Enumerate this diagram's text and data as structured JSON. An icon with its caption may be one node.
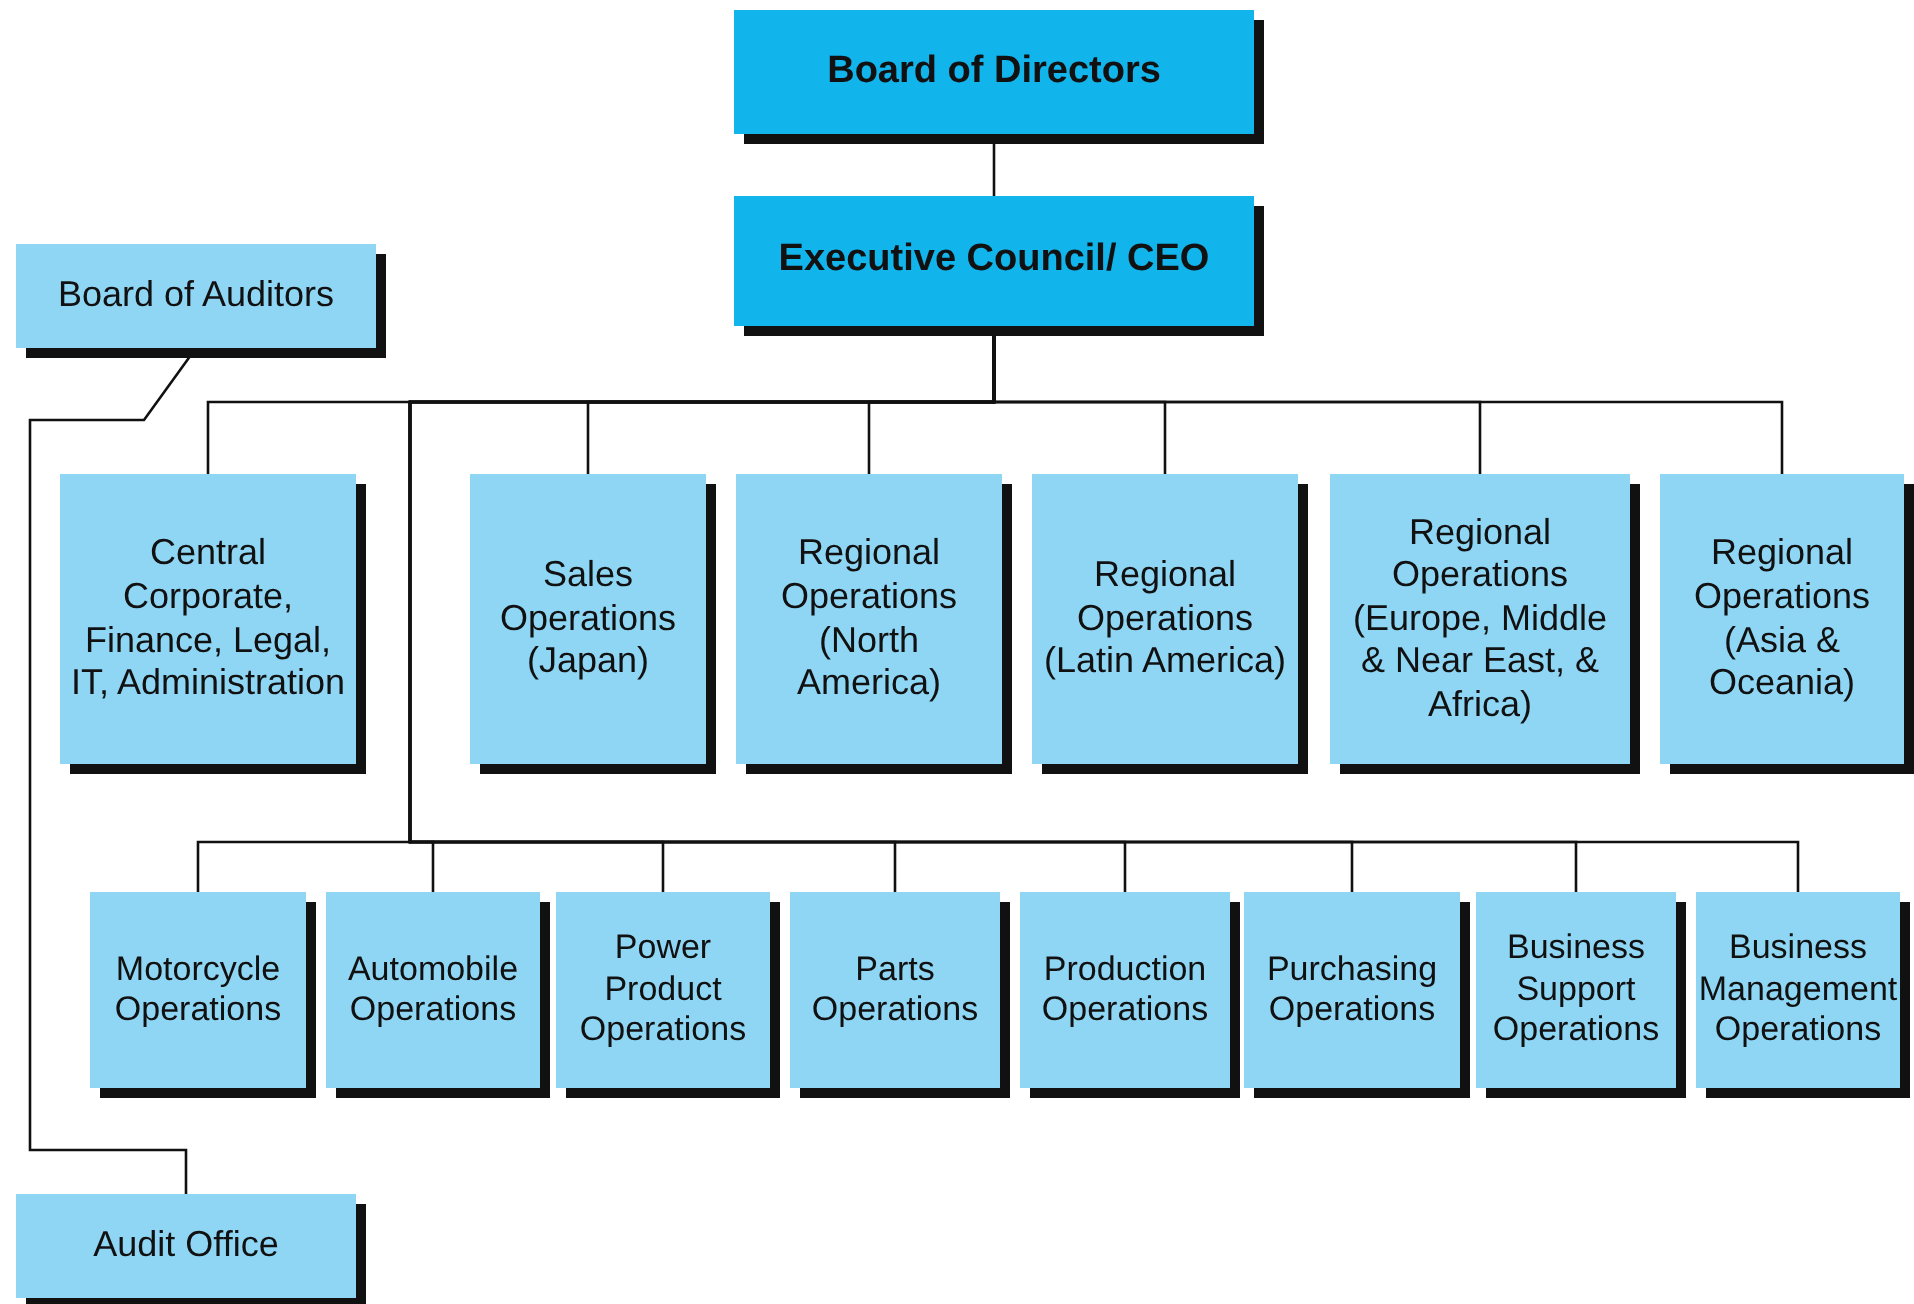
{
  "diagram": {
    "nodes": [
      {
        "text": [
          "Board of Directors"
        ]
      },
      {
        "text": [
          "Executive Council/ CEO"
        ]
      },
      {
        "text": [
          "Board of Auditors"
        ]
      },
      {
        "text": [
          "Central Corporate, Finance, Legal, IT, Administration"
        ]
      },
      {
        "text": [
          "Sales Operations (Japan)"
        ]
      },
      {
        "text": [
          "Regional Operations (North America)"
        ]
      },
      {
        "text": [
          "Regional Operations (Latin America)"
        ]
      },
      {
        "text": [
          "Regional Operations (Europe, Middle & Near East, & Africa)"
        ]
      },
      {
        "text": [
          "Regional Operations (Asia & Oceania)"
        ]
      },
      {
        "text": [
          "Motorcycle Operations"
        ]
      },
      {
        "text": [
          "Automobile Operations"
        ]
      },
      {
        "text": [
          "Power Product Operations"
        ]
      },
      {
        "text": [
          "Parts Operations"
        ]
      },
      {
        "text": [
          "Production Operations"
        ]
      },
      {
        "text": [
          "Purchasing Operations"
        ]
      },
      {
        "text": [
          "Business Support Operations"
        ]
      },
      {
        "text": [
          "Business Management Operations"
        ]
      },
      {
        "text": [
          "Audit Office"
        ]
      }
    ],
    "edges": [
      {
        "from": 0,
        "to": 1,
        "arrow": "none"
      },
      {
        "from": 1,
        "to": 3,
        "arrow": "none"
      },
      {
        "from": 1,
        "to": 4,
        "arrow": "none"
      },
      {
        "from": 1,
        "to": 5,
        "arrow": "none"
      },
      {
        "from": 1,
        "to": 6,
        "arrow": "none"
      },
      {
        "from": 1,
        "to": 7,
        "arrow": "none"
      },
      {
        "from": 1,
        "to": 8,
        "arrow": "none"
      },
      {
        "from": 1,
        "to": 9,
        "arrow": "none"
      },
      {
        "from": 1,
        "to": 10,
        "arrow": "none"
      },
      {
        "from": 1,
        "to": 11,
        "arrow": "none"
      },
      {
        "from": 1,
        "to": 12,
        "arrow": "none"
      },
      {
        "from": 1,
        "to": 13,
        "arrow": "none"
      },
      {
        "from": 1,
        "to": 14,
        "arrow": "none"
      },
      {
        "from": 1,
        "to": 15,
        "arrow": "none"
      },
      {
        "from": 1,
        "to": 16,
        "arrow": "none"
      },
      {
        "from": 2,
        "to": 17,
        "arrow": "none"
      }
    ]
  }
}
